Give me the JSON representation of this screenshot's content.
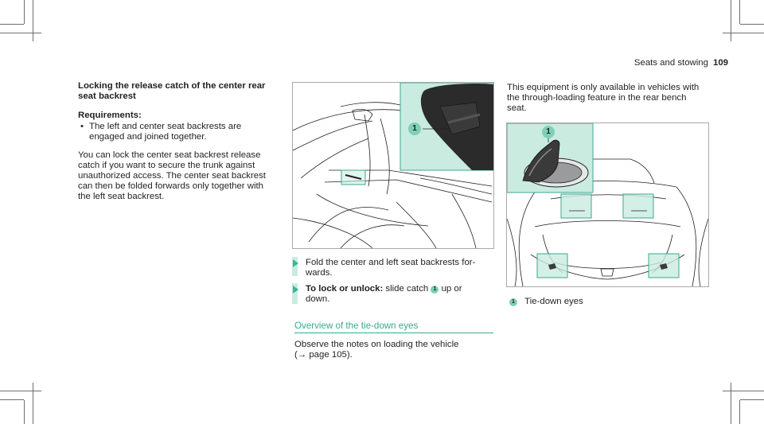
{
  "header": {
    "section": "Seats and stowing",
    "page_number": "109"
  },
  "col1": {
    "title_line1": "Locking the release catch of the center rear",
    "title_line2": "seat backrest",
    "requirements_label": "Requirements:",
    "requirements": [
      {
        "line1": "The left and center seat backrests are",
        "line2": "engaged and joined together."
      }
    ],
    "para": [
      "You can lock the center seat backrest release",
      "catch if you want to secure the trunk against",
      "unauthorized access. The center seat backrest",
      "can then be folded forwards only together with",
      "the left seat backrest."
    ]
  },
  "figure1": {
    "callout": "1"
  },
  "steps": [
    {
      "line1": "Fold the center and left seat backrests for-",
      "line2": "wards."
    },
    {
      "bold": "To lock or unlock:",
      "text": " slide catch ",
      "callout": "1",
      "after": " up or",
      "line2": "down."
    }
  ],
  "section": {
    "title": "Overview of the tie-down eyes",
    "para_line1": "Observe the notes on loading the vehicle",
    "para_line2": "(→ page 105)."
  },
  "col3": {
    "para": [
      "This equipment is only available in vehicles with",
      "the through-loading feature in the rear bench",
      "seat."
    ]
  },
  "figure2": {
    "callout": "1"
  },
  "legend": {
    "callout": "1",
    "text": "Tie-down eyes"
  },
  "colors": {
    "accent": "#3aa98f",
    "highlight": "#c9ebe0",
    "callout": "#7fcfb8"
  }
}
